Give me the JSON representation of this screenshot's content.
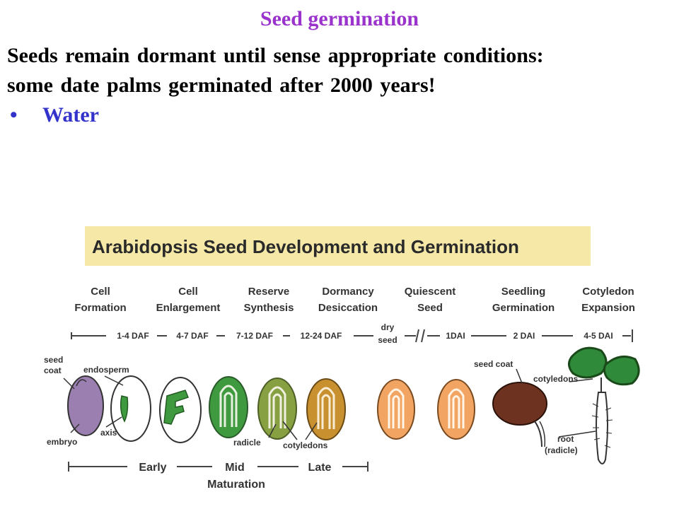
{
  "slide": {
    "title": "Seed germination",
    "line1": "Seeds remain dormant until sense appropriate conditions:",
    "line2": "some date palms germinated after 2000 years!",
    "bullet": "Water"
  },
  "figure": {
    "banner": "Arabidopsis Seed Development and Germination",
    "stages": [
      {
        "l1": "Cell",
        "l2": "Formation"
      },
      {
        "l1": "Cell",
        "l2": "Enlargement"
      },
      {
        "l1": "Reserve",
        "l2": "Synthesis"
      },
      {
        "l1": "Dormancy",
        "l2": "Desiccation"
      },
      {
        "l1": "Quiescent",
        "l2": "Seed"
      },
      {
        "l1": "Seedling",
        "l2": "Germination"
      },
      {
        "l1": "Cotyledon",
        "l2": "Expansion"
      }
    ],
    "timeline": [
      "1-4 DAF",
      "4-7 DAF",
      "7-12 DAF",
      "12-24 DAF",
      "1DAI",
      "2 DAI",
      "4-5 DAI"
    ],
    "dry_seed": {
      "l1": "dry",
      "l2": "seed"
    },
    "labels": {
      "seed_coat_1": "seed",
      "seed_coat_2": "coat",
      "endosperm": "endosperm",
      "embryo": "embryo",
      "axis": "axis",
      "radicle": "radicle",
      "cotyledons": "cotyledons",
      "seed_coat_right": "seed coat",
      "cotyledons_right": "cotyledons",
      "root_1": "root",
      "root_2": "(radicle)"
    },
    "phases": {
      "early": "Early",
      "mid": "Mid",
      "late": "Late",
      "maturation": "Maturation"
    },
    "colors": {
      "banner_bg": "#f6e9a8",
      "purple_seed": "#9a7fb0",
      "green_seed": "#3f9a3f",
      "olive_seed": "#86a042",
      "tan_seed": "#c8902e",
      "orange_seed": "#f2a562",
      "brown_seed": "#6e3220",
      "leaf": "#2f8a3a"
    }
  }
}
